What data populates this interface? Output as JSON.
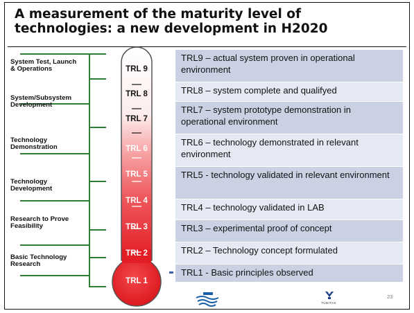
{
  "slide": {
    "title_line1": "A measurement of the maturity level of",
    "title_line2": "technologies: a new development in H2020",
    "page_number": "23"
  },
  "categories": [
    {
      "label": "System Test, Launch\n& Operations"
    },
    {
      "label": "System/Subsystem\nDevelopment"
    },
    {
      "label": "Technology\nDemonstration"
    },
    {
      "label": "Technology\nDevelopment"
    },
    {
      "label": "Research to Prove\nFeasibility"
    },
    {
      "label": "Basic Technology\nResearch"
    }
  ],
  "thermometer": {
    "levels": [
      "TRL 9",
      "TRL 8",
      "TRL 7",
      "TRL 6",
      "TRL 5",
      "TRL 4",
      "TRL 3",
      "TRL 2",
      "TRL 1"
    ],
    "colors": {
      "top": "#ffffff",
      "bottom": "#e51c23",
      "bulb": "#e8262c",
      "outline": "#444444"
    }
  },
  "connector_color": "#2e7d32",
  "trl_rows": [
    {
      "text": "TRL9  – actual system proven in operational environment",
      "shade": "dark"
    },
    {
      "text": "TRL8 – system complete and qualifyed",
      "shade": "light"
    },
    {
      "text": "TRL7 – system prototype demonstration in operational environment",
      "shade": "dark"
    },
    {
      "text": "TRL6 – technology demonstrated  in relevant environment",
      "shade": "light"
    },
    {
      "text": "TRL5  - technology validated in relevant environment",
      "shade": "dark"
    },
    {
      "text": "TRL4  – technology validated in LAB",
      "shade": "light"
    },
    {
      "text": "TRL3  – experimental proof of concept",
      "shade": "dark"
    },
    {
      "text": "TRL2 – Technology concept formulated",
      "shade": "light"
    },
    {
      "text": "TRL1 - Basic principles observed",
      "shade": "dark"
    }
  ],
  "footer": {
    "left_logo_icon": "wave-logo-icon",
    "right_logo_icon": "tubitak-logo-icon",
    "right_logo_text": "TÜBİTAK"
  }
}
